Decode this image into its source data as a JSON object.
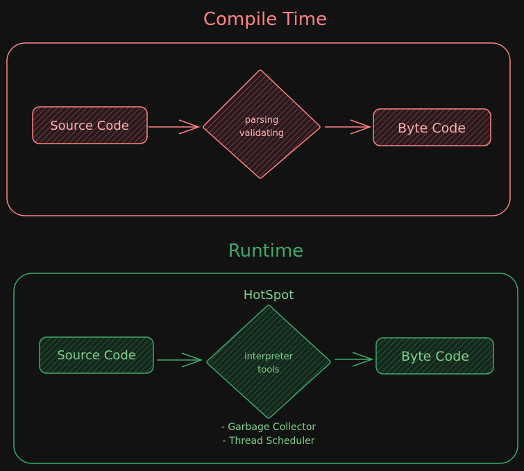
{
  "colors": {
    "background": "#121212",
    "compile_stroke": "#ff8383",
    "compile_fill": "#5a2a35",
    "runtime_stroke": "#3fa96a",
    "runtime_fill": "#1e4a2e",
    "runtime_text": "#7fd08e"
  },
  "compile": {
    "title": "Compile Time",
    "source_label": "Source Code",
    "process_line1": "parsing",
    "process_line2": "validating",
    "output_label": "Byte Code"
  },
  "runtime": {
    "title": "Runtime",
    "engine_label": "HotSpot",
    "source_label": "Source Code",
    "process_line1": "interpreter",
    "process_line2": "tools",
    "output_label": "Byte Code",
    "tool_1": "- Garbage Collector",
    "tool_2": "- Thread Scheduler"
  }
}
